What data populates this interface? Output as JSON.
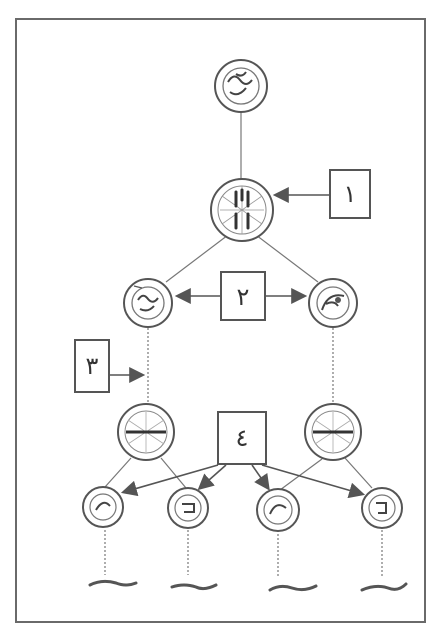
{
  "diagram": {
    "labels": {
      "one": "١",
      "two": "٢",
      "three": "٣",
      "four": "٤"
    },
    "colors": {
      "ink": "#4a4a4a",
      "frame": "#6a6a6a",
      "paper": "#ffffff"
    }
  }
}
